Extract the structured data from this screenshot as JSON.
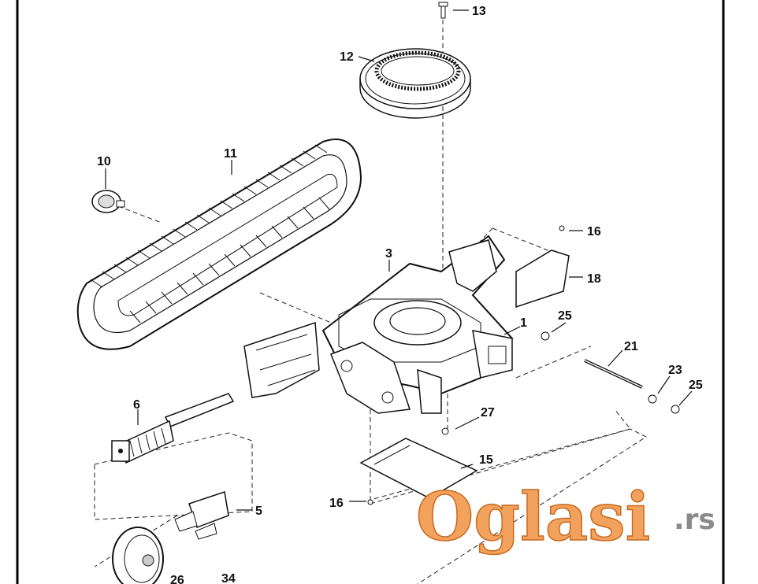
{
  "callouts": {
    "n1": "1",
    "n3": "3",
    "n5": "5",
    "n6": "6",
    "n10": "10",
    "n11": "11",
    "n12": "12",
    "n13": "13",
    "n15": "15",
    "n16a": "16",
    "n16b": "16",
    "n18": "18",
    "n21": "21",
    "n23": "23",
    "n25a": "25",
    "n25b": "25",
    "n26": "26",
    "n27": "27",
    "n34": "34"
  },
  "watermark": {
    "main": "Oglasi",
    "suffix": ".rs",
    "color": "#f2a25c"
  },
  "parts": [
    "frame-border",
    "slewing-ring",
    "bolt",
    "rubber-track",
    "idler-hub",
    "undercarriage-frame",
    "cover-plate",
    "nut",
    "pin",
    "washer",
    "belly-plate",
    "tension-spring-cylinder",
    "mounting-bracket",
    "idler-wheel"
  ]
}
